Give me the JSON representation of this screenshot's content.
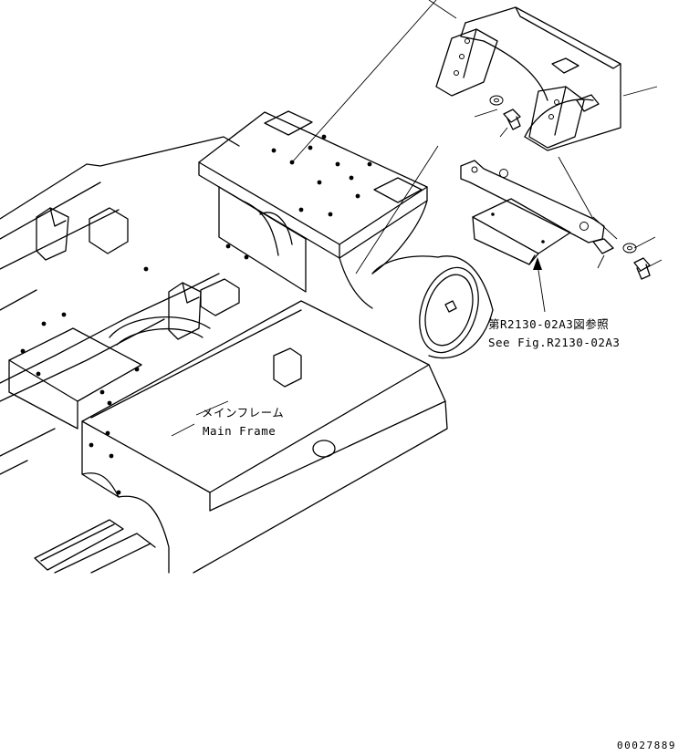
{
  "callouts": {
    "main_frame_jp": "メインフレーム",
    "main_frame_en": "Main Frame",
    "see_fig_jp": "第R2130-02A3図参照",
    "see_fig_en": "See Fig.R2130-02A3"
  },
  "doc_number": "00027889"
}
